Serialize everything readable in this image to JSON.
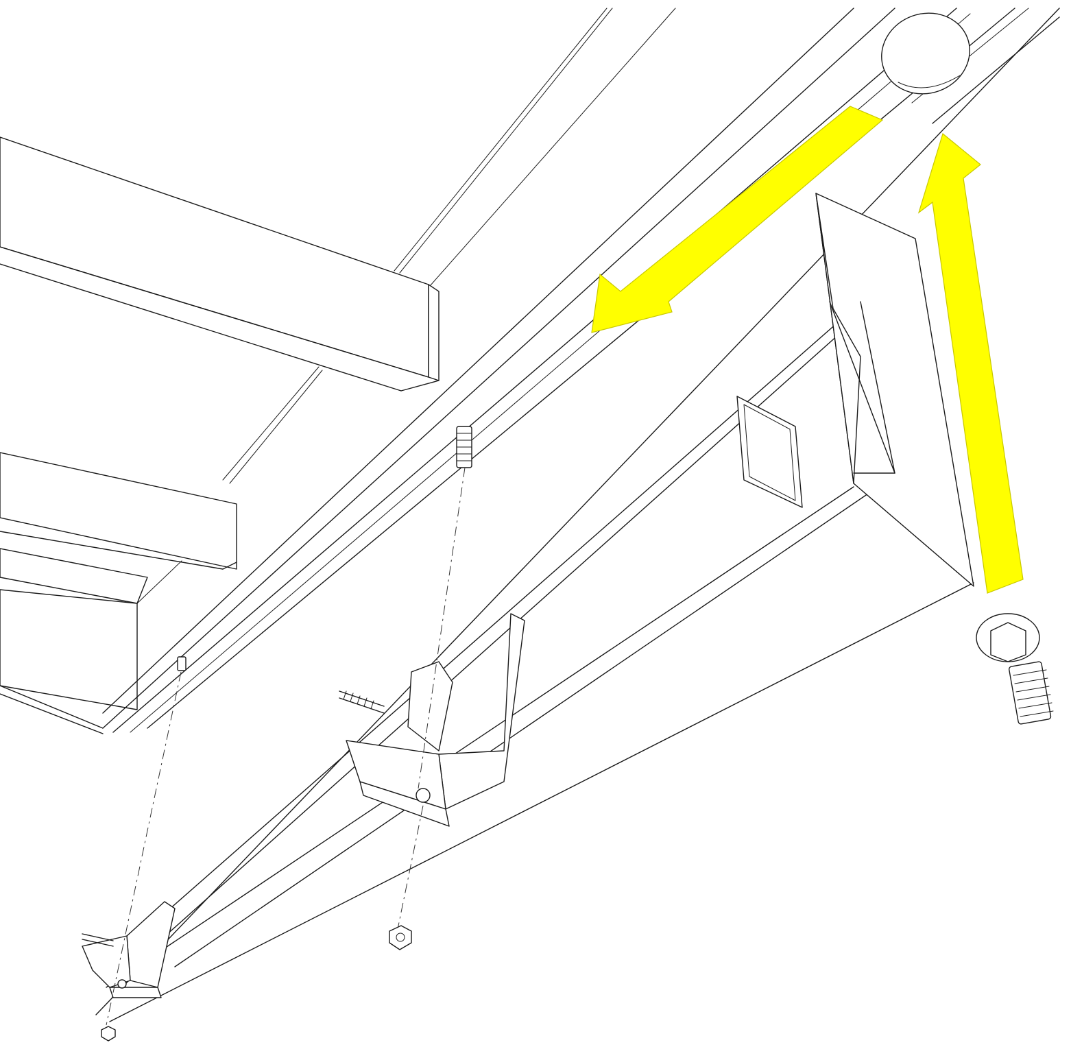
{
  "colors": {
    "background": "#ffffff",
    "line": "#1a1a1a",
    "arrow_fill": "#ffff00",
    "arrow_outline": "#c8c800"
  },
  "arrows": [
    {
      "name": "slide-along-track-arrow",
      "direction": "down-left"
    },
    {
      "name": "insert-bolt-upward-arrow",
      "direction": "up"
    }
  ],
  "icons": [
    "hex-bolt-icon",
    "hex-nut-icon",
    "set-screw-icon",
    "u-bracket-icon"
  ]
}
